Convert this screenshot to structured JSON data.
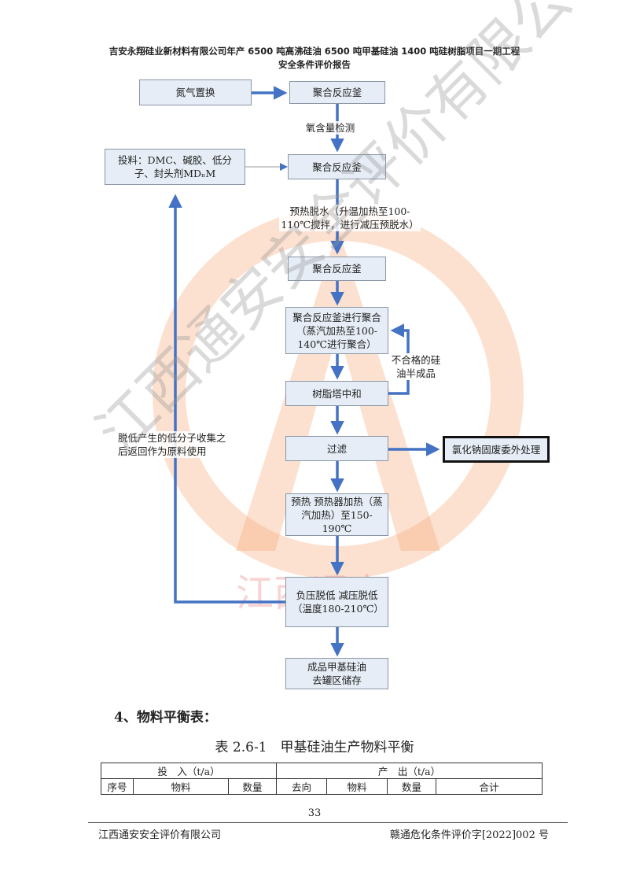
{
  "header": {
    "line1": "吉安永翔硅业新材料有限公司年产 6500 吨高沸硅油 6500 吨甲基硅油 1400 吨硅树脂项目一期工程",
    "line2": "安全条件评价报告"
  },
  "flow": {
    "n2_replace": "氮气置换",
    "reactor1": "聚合反应釜",
    "o2_check": "氧含量检测",
    "feed": "投料：DMC、碱胶、低分子、封头剂MDₙM",
    "reactor2": "聚合反应釜",
    "dehydrate": "预热脱水（升温加热至100-110℃搅拌，进行减压预脱水）",
    "reactor3": "聚合反应釜",
    "polymerize": "聚合反应釜进行聚合（蒸汽加热至100-140℃进行聚合）",
    "unqualified": "不合格的硅油半成品",
    "neutralize": "树脂塔中和",
    "filter": "过滤",
    "nacl": "氯化钠固废委外处理",
    "preheat": "预热 预热器加热（蒸汽加热）至150-190℃",
    "devol": "负压脱低 减压脱低（温度180-210℃）",
    "product": "成品甲基硅油去罐区储存",
    "recycle": "脱低产生的低分子收集之后返回作为原料使用"
  },
  "watermark": {
    "text": "江西通安安全评价有限公司",
    "logo_text": "江西通安"
  },
  "section": "4、物料平衡表：",
  "table": {
    "caption": "表 2.6-1　甲基硅油生产物料平衡",
    "group_in": "投　入（t/a）",
    "group_out": "产　出（t/a）",
    "columns": [
      "序号",
      "物料",
      "数量",
      "去向",
      "物料",
      "数量",
      "合计"
    ]
  },
  "footer": {
    "page": "33",
    "left": "江西通安安全评价有限公司",
    "right": "赣通危化条件评价字[2022]002 号"
  },
  "colors": {
    "arrow": "#4472c4",
    "box": "#e6edf6"
  }
}
